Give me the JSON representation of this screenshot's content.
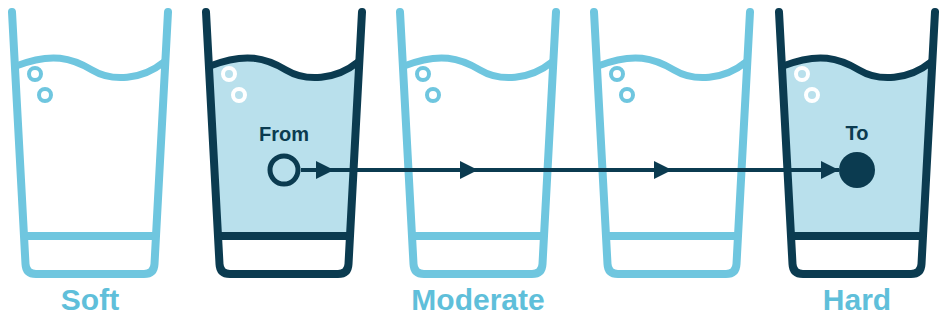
{
  "diagram": {
    "nodes": [
      {
        "text": [
          "From"
        ]
      },
      {
        "text": [
          "To"
        ]
      }
    ],
    "edges": [
      {
        "from": 0,
        "to": 1,
        "arrow": "to"
      }
    ],
    "labels": [
      "Soft",
      "Moderate",
      "Hard"
    ]
  }
}
